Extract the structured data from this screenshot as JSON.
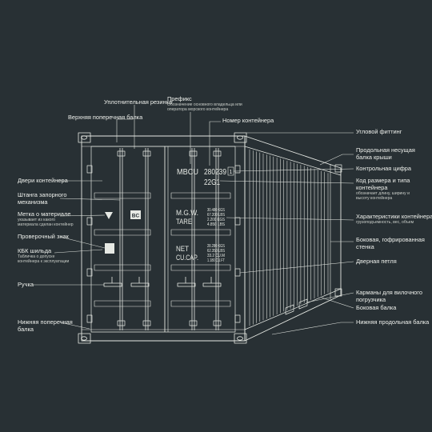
{
  "colors": {
    "background": "#283034",
    "line": "#e6e9e4"
  },
  "container": {
    "prefix_code": "MBCU",
    "serial_number": "280239",
    "check_digit": "1",
    "size_type_code": "22G1",
    "door_badge": "BC",
    "mgw_label": "M.G.W.",
    "tare_label": "TARE",
    "mgw_values": [
      "30.480 KGS",
      "67.200 LBS"
    ],
    "tare_values": [
      "2.200 KGS",
      "4.850 LBS"
    ],
    "net_label": "NET",
    "cucap_label": "CU.CAP.",
    "net_values": [
      "28.280 KGS",
      "62.350 LBS"
    ],
    "cucap_values": [
      "33.2 CU.M",
      "1.180 CU.FT"
    ]
  },
  "labels": {
    "top_seal": "Уплотнительная резинка",
    "prefix_title": "Префикс",
    "prefix_desc": [
      "Обозначение основного владельца или",
      "оператора морского контейнера"
    ],
    "top_end_rail": "Верхняя поперечная балка",
    "container_number": "Номер контейнера",
    "corner_fitting": "Угловой фиттинг",
    "top_side_rail": [
      "Продольная несущая",
      "балка крыши"
    ],
    "check_digit": "Контрольная цифра",
    "doors": "Двери контейнера",
    "size_type_title": [
      "Код размера и типа",
      "контейнера"
    ],
    "size_type_desc": [
      "обозначает длину, ширину и",
      "высоту контейнера"
    ],
    "locking_bar": [
      "Штанга запорного",
      "механизма"
    ],
    "material_mark_title": "Метка о материале",
    "material_mark_desc": [
      "указывает из какого",
      "материала сделан контейнер"
    ],
    "characteristics_title": "Характеристики контейнера",
    "characteristics_desc": "грузоподъемность, вес, объем",
    "inspection_mark": "Проверочный знак",
    "side_panel": [
      "Боковая, гофрированная",
      "стенка"
    ],
    "csc_plate_title": "КБК шильда",
    "csc_plate_desc": [
      "Табличка о допуске",
      "контейнера к эксплуатации"
    ],
    "door_hinge": "Дверная петля",
    "handle": "Ручка",
    "forklift_pockets": [
      "Карманы для вилочного",
      "погрузчика"
    ],
    "side_beam": "Боковая балка",
    "bottom_end_rail": [
      "Нижняя поперечная",
      "балка"
    ],
    "bottom_side_rail": "Нижняя продольная балка"
  }
}
